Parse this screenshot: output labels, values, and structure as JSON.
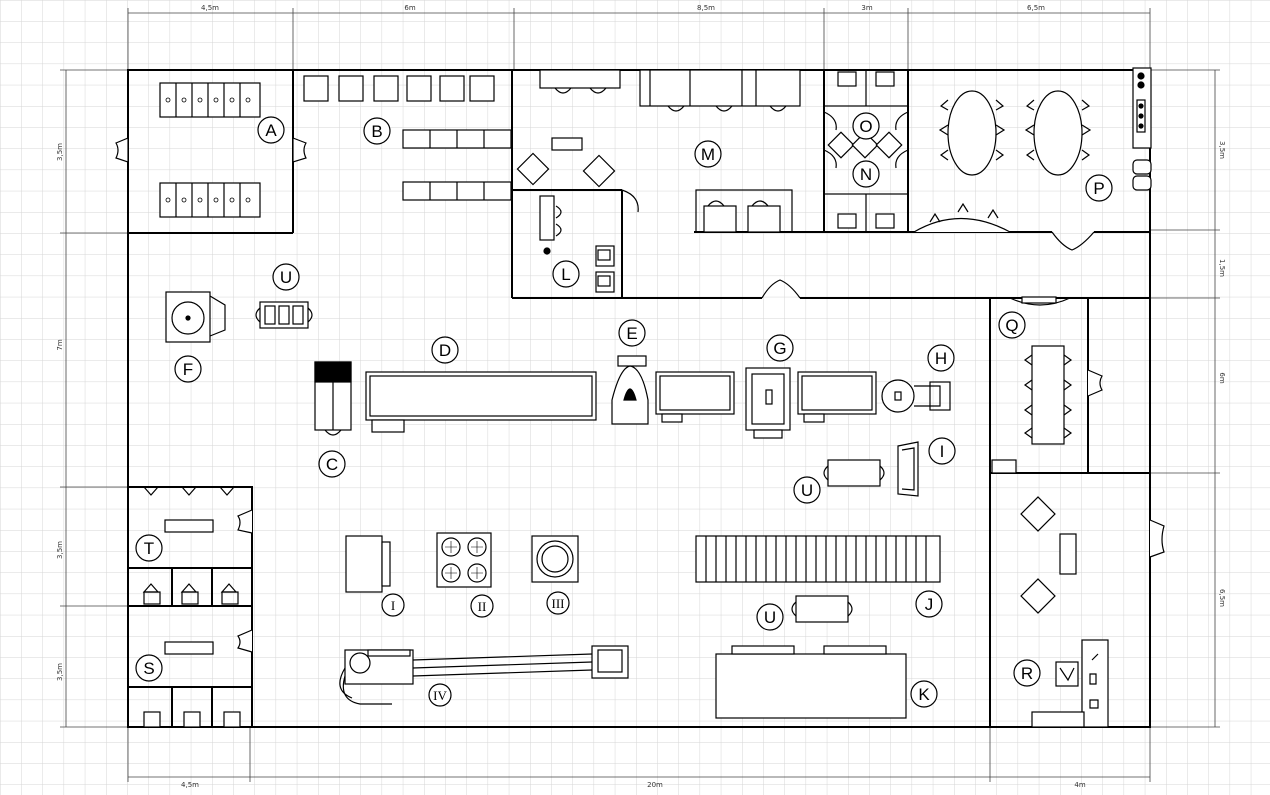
{
  "dimensions": {
    "top": [
      "4,5m",
      "6m",
      "8,5m",
      "3m",
      "6,5m"
    ],
    "bottom": [
      "4,5m",
      "20m",
      "4m"
    ],
    "left": [
      "3,5m",
      "7m",
      "3,5m",
      "3,5m"
    ],
    "right": [
      "3,5m",
      "1,5m",
      "6m",
      "6,5m"
    ]
  },
  "zones": {
    "A": "A",
    "B": "B",
    "C": "C",
    "D": "D",
    "E": "E",
    "F": "F",
    "G": "G",
    "H": "H",
    "I": "I",
    "J": "J",
    "K": "K",
    "L": "L",
    "M": "M",
    "N": "N",
    "O": "O",
    "P": "P",
    "Q": "Q",
    "R": "R",
    "S": "S",
    "T": "T",
    "U1": "U",
    "U2": "U",
    "U3": "U"
  },
  "machines": {
    "I": "I",
    "II": "II",
    "III": "III",
    "IV": "IV"
  }
}
